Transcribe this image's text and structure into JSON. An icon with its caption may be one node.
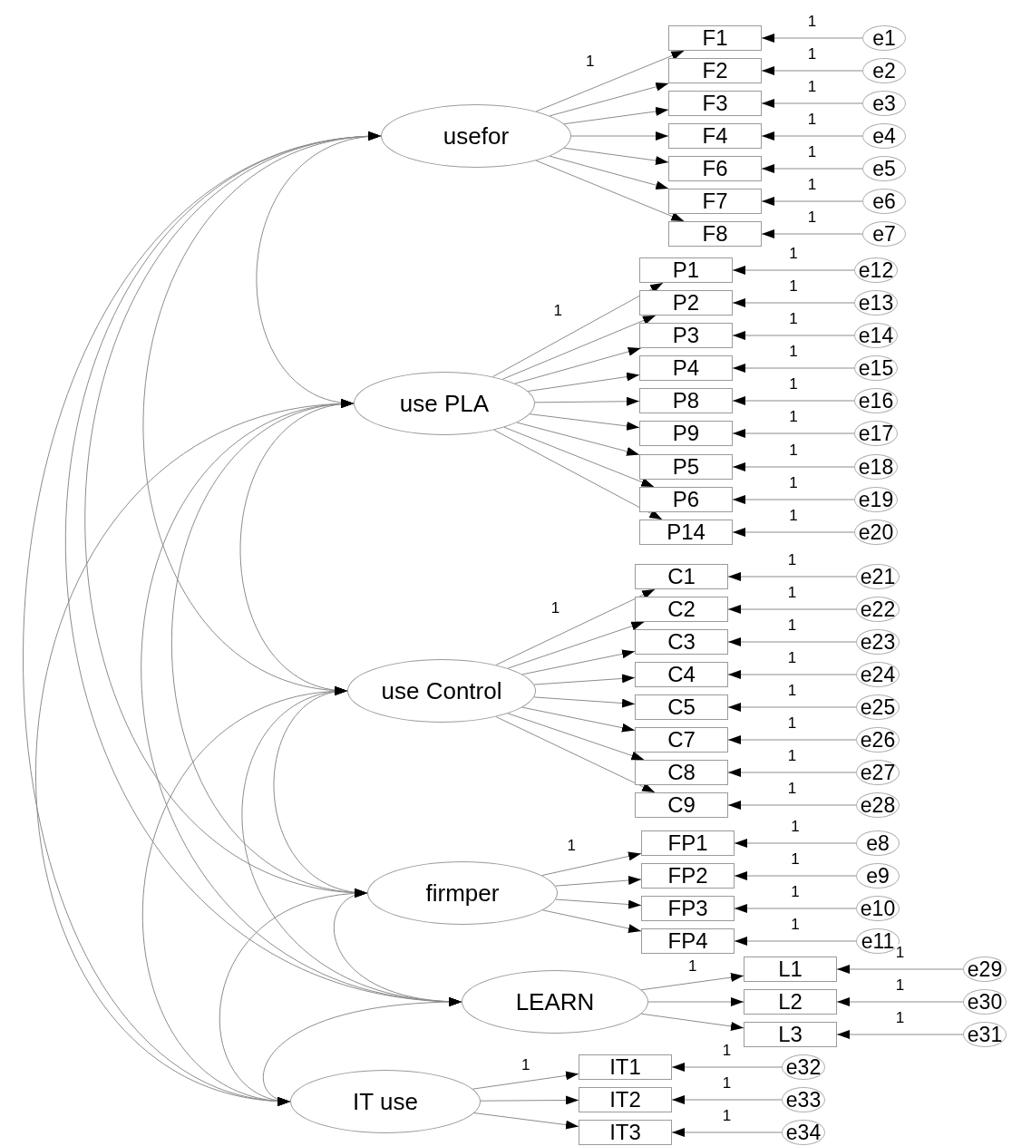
{
  "diagram": {
    "nodes": [
      {
        "text": [
          "usefor"
        ]
      },
      {
        "text": [
          "F1"
        ]
      },
      {
        "text": [
          "F2"
        ]
      },
      {
        "text": [
          "F3"
        ]
      },
      {
        "text": [
          "F4"
        ]
      },
      {
        "text": [
          "F6"
        ]
      },
      {
        "text": [
          "F7"
        ]
      },
      {
        "text": [
          "F8"
        ]
      },
      {
        "text": [
          "e1"
        ]
      },
      {
        "text": [
          "e2"
        ]
      },
      {
        "text": [
          "e3"
        ]
      },
      {
        "text": [
          "e4"
        ]
      },
      {
        "text": [
          "e5"
        ]
      },
      {
        "text": [
          "e6"
        ]
      },
      {
        "text": [
          "e7"
        ]
      },
      {
        "text": [
          "use PLA"
        ]
      },
      {
        "text": [
          "P1"
        ]
      },
      {
        "text": [
          "P2"
        ]
      },
      {
        "text": [
          "P3"
        ]
      },
      {
        "text": [
          "P4"
        ]
      },
      {
        "text": [
          "P8"
        ]
      },
      {
        "text": [
          "P9"
        ]
      },
      {
        "text": [
          "P5"
        ]
      },
      {
        "text": [
          "P6"
        ]
      },
      {
        "text": [
          "P14"
        ]
      },
      {
        "text": [
          "e12"
        ]
      },
      {
        "text": [
          "e13"
        ]
      },
      {
        "text": [
          "e14"
        ]
      },
      {
        "text": [
          "e15"
        ]
      },
      {
        "text": [
          "e16"
        ]
      },
      {
        "text": [
          "e17"
        ]
      },
      {
        "text": [
          "e18"
        ]
      },
      {
        "text": [
          "e19"
        ]
      },
      {
        "text": [
          "e20"
        ]
      },
      {
        "text": [
          "use Control"
        ]
      },
      {
        "text": [
          "C1"
        ]
      },
      {
        "text": [
          "C2"
        ]
      },
      {
        "text": [
          "C3"
        ]
      },
      {
        "text": [
          "C4"
        ]
      },
      {
        "text": [
          "C5"
        ]
      },
      {
        "text": [
          "C7"
        ]
      },
      {
        "text": [
          "C8"
        ]
      },
      {
        "text": [
          "C9"
        ]
      },
      {
        "text": [
          "e21"
        ]
      },
      {
        "text": [
          "e22"
        ]
      },
      {
        "text": [
          "e23"
        ]
      },
      {
        "text": [
          "e24"
        ]
      },
      {
        "text": [
          "e25"
        ]
      },
      {
        "text": [
          "e26"
        ]
      },
      {
        "text": [
          "e27"
        ]
      },
      {
        "text": [
          "e28"
        ]
      },
      {
        "text": [
          "firmper"
        ]
      },
      {
        "text": [
          "FP1"
        ]
      },
      {
        "text": [
          "FP2"
        ]
      },
      {
        "text": [
          "FP3"
        ]
      },
      {
        "text": [
          "FP4"
        ]
      },
      {
        "text": [
          "e8"
        ]
      },
      {
        "text": [
          "e9"
        ]
      },
      {
        "text": [
          "e10"
        ]
      },
      {
        "text": [
          "e11"
        ]
      },
      {
        "text": [
          "LEARN"
        ]
      },
      {
        "text": [
          "L1"
        ]
      },
      {
        "text": [
          "L2"
        ]
      },
      {
        "text": [
          "L3"
        ]
      },
      {
        "text": [
          "e29"
        ]
      },
      {
        "text": [
          "e30"
        ]
      },
      {
        "text": [
          "e31"
        ]
      },
      {
        "text": [
          "IT use"
        ]
      },
      {
        "text": [
          "IT1"
        ]
      },
      {
        "text": [
          "IT2"
        ]
      },
      {
        "text": [
          "IT3"
        ]
      },
      {
        "text": [
          "e32"
        ]
      },
      {
        "text": [
          "e33"
        ]
      },
      {
        "text": [
          "e34"
        ]
      }
    ],
    "edges": [
      {
        "from": 0,
        "to": 1,
        "arrow": "to",
        "label": "1"
      },
      {
        "from": 0,
        "to": 2,
        "arrow": "to"
      },
      {
        "from": 0,
        "to": 3,
        "arrow": "to"
      },
      {
        "from": 0,
        "to": 4,
        "arrow": "to"
      },
      {
        "from": 0,
        "to": 5,
        "arrow": "to"
      },
      {
        "from": 0,
        "to": 6,
        "arrow": "to"
      },
      {
        "from": 0,
        "to": 7,
        "arrow": "to"
      },
      {
        "from": 8,
        "to": 1,
        "arrow": "to",
        "label": "1"
      },
      {
        "from": 9,
        "to": 2,
        "arrow": "to",
        "label": "1"
      },
      {
        "from": 10,
        "to": 3,
        "arrow": "to",
        "label": "1"
      },
      {
        "from": 11,
        "to": 4,
        "arrow": "to",
        "label": "1"
      },
      {
        "from": 12,
        "to": 5,
        "arrow": "to",
        "label": "1"
      },
      {
        "from": 13,
        "to": 6,
        "arrow": "to",
        "label": "1"
      },
      {
        "from": 14,
        "to": 7,
        "arrow": "to",
        "label": "1"
      },
      {
        "from": 15,
        "to": 16,
        "arrow": "to",
        "label": "1"
      },
      {
        "from": 15,
        "to": 17,
        "arrow": "to"
      },
      {
        "from": 15,
        "to": 18,
        "arrow": "to"
      },
      {
        "from": 15,
        "to": 19,
        "arrow": "to"
      },
      {
        "from": 15,
        "to": 20,
        "arrow": "to"
      },
      {
        "from": 15,
        "to": 21,
        "arrow": "to"
      },
      {
        "from": 15,
        "to": 22,
        "arrow": "to"
      },
      {
        "from": 15,
        "to": 23,
        "arrow": "to"
      },
      {
        "from": 15,
        "to": 24,
        "arrow": "to"
      },
      {
        "from": 25,
        "to": 16,
        "arrow": "to",
        "label": "1"
      },
      {
        "from": 26,
        "to": 17,
        "arrow": "to",
        "label": "1"
      },
      {
        "from": 27,
        "to": 18,
        "arrow": "to",
        "label": "1"
      },
      {
        "from": 28,
        "to": 19,
        "arrow": "to",
        "label": "1"
      },
      {
        "from": 29,
        "to": 20,
        "arrow": "to",
        "label": "1"
      },
      {
        "from": 30,
        "to": 21,
        "arrow": "to",
        "label": "1"
      },
      {
        "from": 31,
        "to": 22,
        "arrow": "to",
        "label": "1"
      },
      {
        "from": 32,
        "to": 23,
        "arrow": "to",
        "label": "1"
      },
      {
        "from": 33,
        "to": 24,
        "arrow": "to",
        "label": "1"
      },
      {
        "from": 34,
        "to": 35,
        "arrow": "to",
        "label": "1"
      },
      {
        "from": 34,
        "to": 36,
        "arrow": "to"
      },
      {
        "from": 34,
        "to": 37,
        "arrow": "to"
      },
      {
        "from": 34,
        "to": 38,
        "arrow": "to"
      },
      {
        "from": 34,
        "to": 39,
        "arrow": "to"
      },
      {
        "from": 34,
        "to": 40,
        "arrow": "to"
      },
      {
        "from": 34,
        "to": 41,
        "arrow": "to"
      },
      {
        "from": 34,
        "to": 42,
        "arrow": "to"
      },
      {
        "from": 43,
        "to": 35,
        "arrow": "to",
        "label": "1"
      },
      {
        "from": 44,
        "to": 36,
        "arrow": "to",
        "label": "1"
      },
      {
        "from": 45,
        "to": 37,
        "arrow": "to",
        "label": "1"
      },
      {
        "from": 46,
        "to": 38,
        "arrow": "to",
        "label": "1"
      },
      {
        "from": 47,
        "to": 39,
        "arrow": "to",
        "label": "1"
      },
      {
        "from": 48,
        "to": 40,
        "arrow": "to",
        "label": "1"
      },
      {
        "from": 49,
        "to": 41,
        "arrow": "to",
        "label": "1"
      },
      {
        "from": 50,
        "to": 42,
        "arrow": "to",
        "label": "1"
      },
      {
        "from": 51,
        "to": 52,
        "arrow": "to",
        "label": "1"
      },
      {
        "from": 51,
        "to": 53,
        "arrow": "to"
      },
      {
        "from": 51,
        "to": 54,
        "arrow": "to"
      },
      {
        "from": 51,
        "to": 55,
        "arrow": "to"
      },
      {
        "from": 56,
        "to": 52,
        "arrow": "to",
        "label": "1"
      },
      {
        "from": 57,
        "to": 53,
        "arrow": "to",
        "label": "1"
      },
      {
        "from": 58,
        "to": 54,
        "arrow": "to",
        "label": "1"
      },
      {
        "from": 59,
        "to": 55,
        "arrow": "to",
        "label": "1"
      },
      {
        "from": 60,
        "to": 61,
        "arrow": "to",
        "label": "1"
      },
      {
        "from": 60,
        "to": 62,
        "arrow": "to"
      },
      {
        "from": 60,
        "to": 63,
        "arrow": "to"
      },
      {
        "from": 64,
        "to": 61,
        "arrow": "to",
        "label": "1"
      },
      {
        "from": 65,
        "to": 62,
        "arrow": "to",
        "label": "1"
      },
      {
        "from": 66,
        "to": 63,
        "arrow": "to",
        "label": "1"
      },
      {
        "from": 67,
        "to": 68,
        "arrow": "to",
        "label": "1"
      },
      {
        "from": 67,
        "to": 69,
        "arrow": "to"
      },
      {
        "from": 67,
        "to": 70,
        "arrow": "to"
      },
      {
        "from": 71,
        "to": 68,
        "arrow": "to",
        "label": "1"
      },
      {
        "from": 72,
        "to": 69,
        "arrow": "to",
        "label": "1"
      },
      {
        "from": 73,
        "to": 70,
        "arrow": "to",
        "label": "1"
      },
      {
        "from": 0,
        "to": 15,
        "arrow": "both"
      },
      {
        "from": 0,
        "to": 34,
        "arrow": "both"
      },
      {
        "from": 0,
        "to": 51,
        "arrow": "both"
      },
      {
        "from": 0,
        "to": 60,
        "arrow": "both"
      },
      {
        "from": 0,
        "to": 67,
        "arrow": "both"
      },
      {
        "from": 15,
        "to": 34,
        "arrow": "both"
      },
      {
        "from": 15,
        "to": 51,
        "arrow": "both"
      },
      {
        "from": 15,
        "to": 60,
        "arrow": "both"
      },
      {
        "from": 15,
        "to": 67,
        "arrow": "both"
      },
      {
        "from": 34,
        "to": 51,
        "arrow": "both"
      },
      {
        "from": 34,
        "to": 60,
        "arrow": "both"
      },
      {
        "from": 34,
        "to": 67,
        "arrow": "both"
      },
      {
        "from": 51,
        "to": 60,
        "arrow": "both"
      },
      {
        "from": 51,
        "to": 67,
        "arrow": "both"
      },
      {
        "from": 60,
        "to": 67,
        "arrow": "both"
      }
    ]
  }
}
